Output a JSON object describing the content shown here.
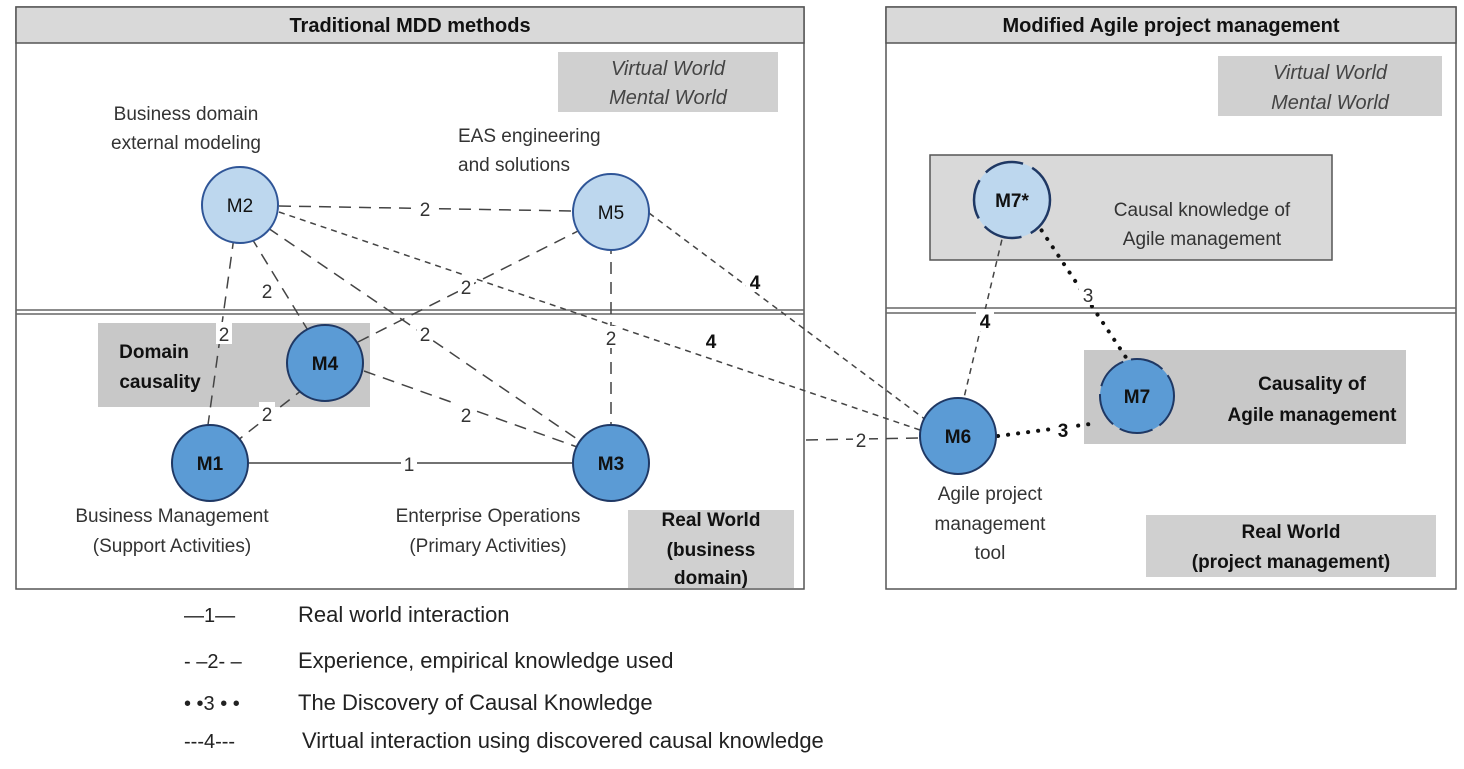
{
  "panels": {
    "left_title": "Traditional MDD methods",
    "right_title": "Modified Agile project management"
  },
  "world_labels": {
    "left_virtual_line1": "Virtual World",
    "left_virtual_line2": "Mental World",
    "right_virtual_line1": "Virtual World",
    "right_virtual_line2": "Mental World",
    "left_real_line1": "Real World",
    "left_real_line2": "(business",
    "left_real_line3": "domain)",
    "right_real_line1": "Real World",
    "right_real_line2": "(project management)"
  },
  "boxes": {
    "domain_causality_line1": "Domain",
    "domain_causality_line2": "causality",
    "causal_knowledge_line1": "Causal knowledge of",
    "causal_knowledge_line2": "Agile management",
    "causality_agile_line1": "Causality of",
    "causality_agile_line2": "Agile management"
  },
  "nodes": {
    "m1": "M1",
    "m2": "M2",
    "m3": "M3",
    "m4": "M4",
    "m5": "M5",
    "m6": "M6",
    "m7": "M7",
    "m7star": "M7*"
  },
  "captions": {
    "m2_line1": "Business domain",
    "m2_line2": "external modeling",
    "m5_line1": "EAS engineering",
    "m5_line2": "and solutions",
    "m1_line1": "Business Management",
    "m1_line2": "(Support Activities)",
    "m3_line1": "Enterprise Operations",
    "m3_line2": "(Primary Activities)",
    "m6_line1": "Agile project",
    "m6_line2": "management",
    "m6_line3": "tool"
  },
  "edge_labels": {
    "m1_m3": "1",
    "m2_m5": "2",
    "m2_m1": "2",
    "m2_m4": "2",
    "m2_m3": "2",
    "m4_m5": "2",
    "m5_m3": "2",
    "m1_m4": "2",
    "m4_m3": "2",
    "m3_m6": "2",
    "m5_m6": "4",
    "m2_m6": "4",
    "m6_m7star": "4",
    "m7star_m7": "3",
    "m6_m7": "3"
  },
  "legend": {
    "sym1": "—1—",
    "text1": "Real world interaction",
    "sym2": "- –2- –",
    "text2": "Experience, empirical knowledge used",
    "sym3": "• •3 • •",
    "text3": "The Discovery of Causal Knowledge",
    "sym4": "---4---",
    "text4": "Virtual interaction using discovered causal knowledge"
  },
  "colors": {
    "light_node": "#bdd7ee",
    "dark_node": "#5b9bd5",
    "node_stroke": "#1f3864",
    "gray_box": "#d0d0d0",
    "title_bar": "#d9d9d9"
  }
}
